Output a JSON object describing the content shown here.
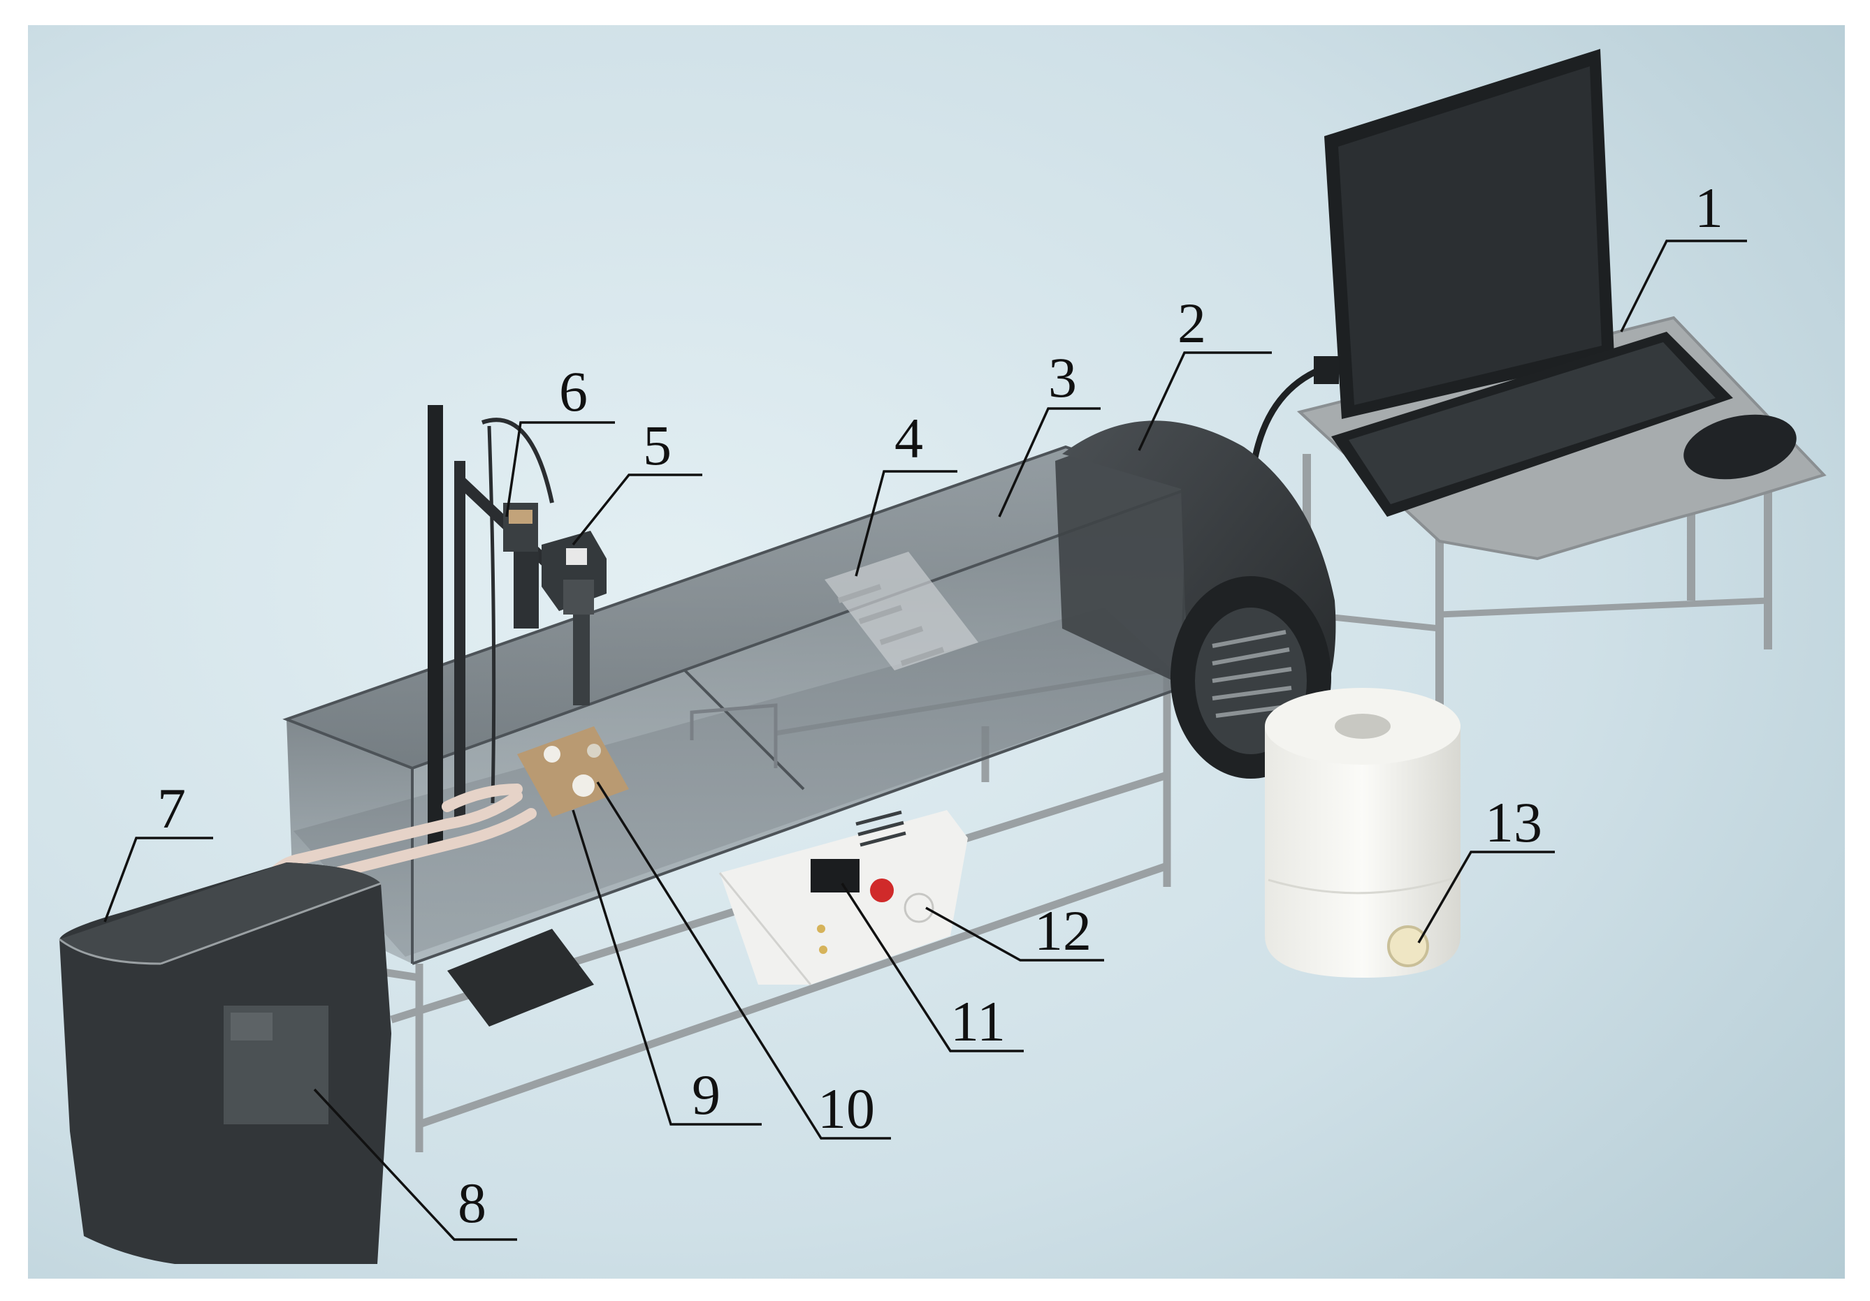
{
  "figure": {
    "labels": [
      {
        "id": "1",
        "text": "1"
      },
      {
        "id": "2",
        "text": "2"
      },
      {
        "id": "3",
        "text": "3"
      },
      {
        "id": "4",
        "text": "4"
      },
      {
        "id": "5",
        "text": "5"
      },
      {
        "id": "6",
        "text": "6"
      },
      {
        "id": "7",
        "text": "7"
      },
      {
        "id": "8",
        "text": "8"
      },
      {
        "id": "9",
        "text": "9"
      },
      {
        "id": "10",
        "text": "10"
      },
      {
        "id": "11",
        "text": "11"
      },
      {
        "id": "12",
        "text": "12"
      },
      {
        "id": "13",
        "text": "13"
      }
    ],
    "colors": {
      "floor_light": "#dbe9ee",
      "floor_dark": "#b6cdd6",
      "tank_glass": "#6c7378",
      "dark_equipment": "#2f3336",
      "frame_metal": "#9aa0a3",
      "tube": "#e6d3c8",
      "label_text": "#111111"
    }
  }
}
